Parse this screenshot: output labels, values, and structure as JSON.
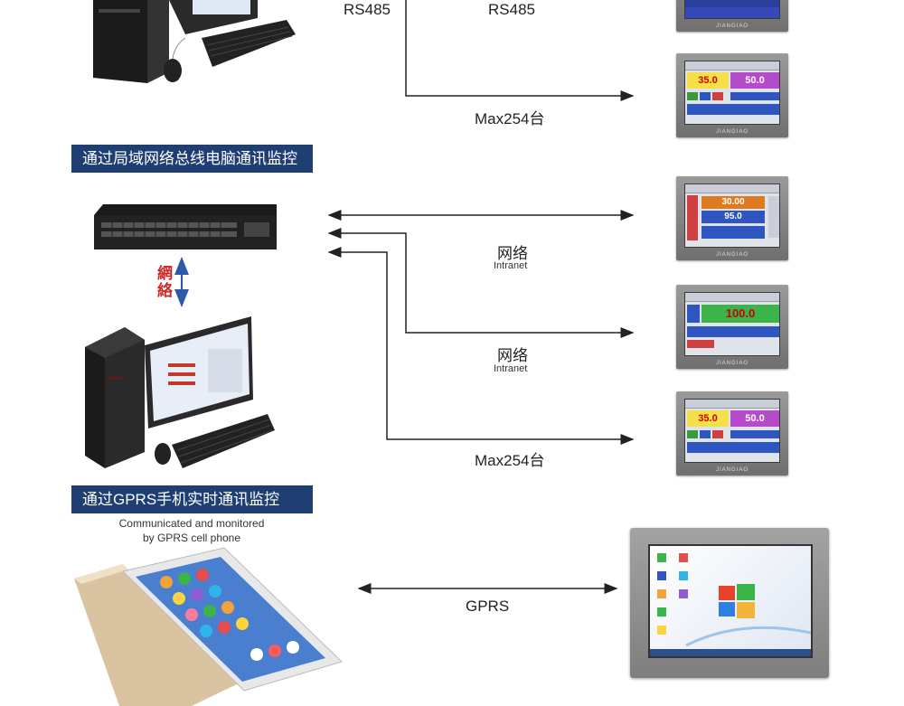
{
  "top": {
    "rs485_left": "RS485",
    "rs485_right": "RS485",
    "max_label": "Max254台"
  },
  "lan": {
    "banner": "通过局域网络总线电脑通讯监控",
    "net_vertical": "網絡",
    "net1_cn": "网络",
    "net1_en": "Intranet",
    "net2_cn": "网络",
    "net2_en": "Intranet",
    "max_label": "Max254台"
  },
  "gprs": {
    "banner": "通过GPRS手机实时通讯监控",
    "caption_line1": "Communicated and monitored",
    "caption_line2": "by GPRS cell phone",
    "label": "GPRS"
  },
  "panels": {
    "brand": "JIANGIAO",
    "p2_left": "35.0",
    "p2_right": "50.0",
    "p3_v1": "30.00",
    "p3_v2": "95.0",
    "p4_value": "100.0",
    "p5_left": "35.0",
    "p5_right": "50.0"
  },
  "colors": {
    "banner": "#1f3f73",
    "arrow": "#222222",
    "net_vertical": "#cc2a2a",
    "updown_arrow": "#2a5aa8"
  }
}
